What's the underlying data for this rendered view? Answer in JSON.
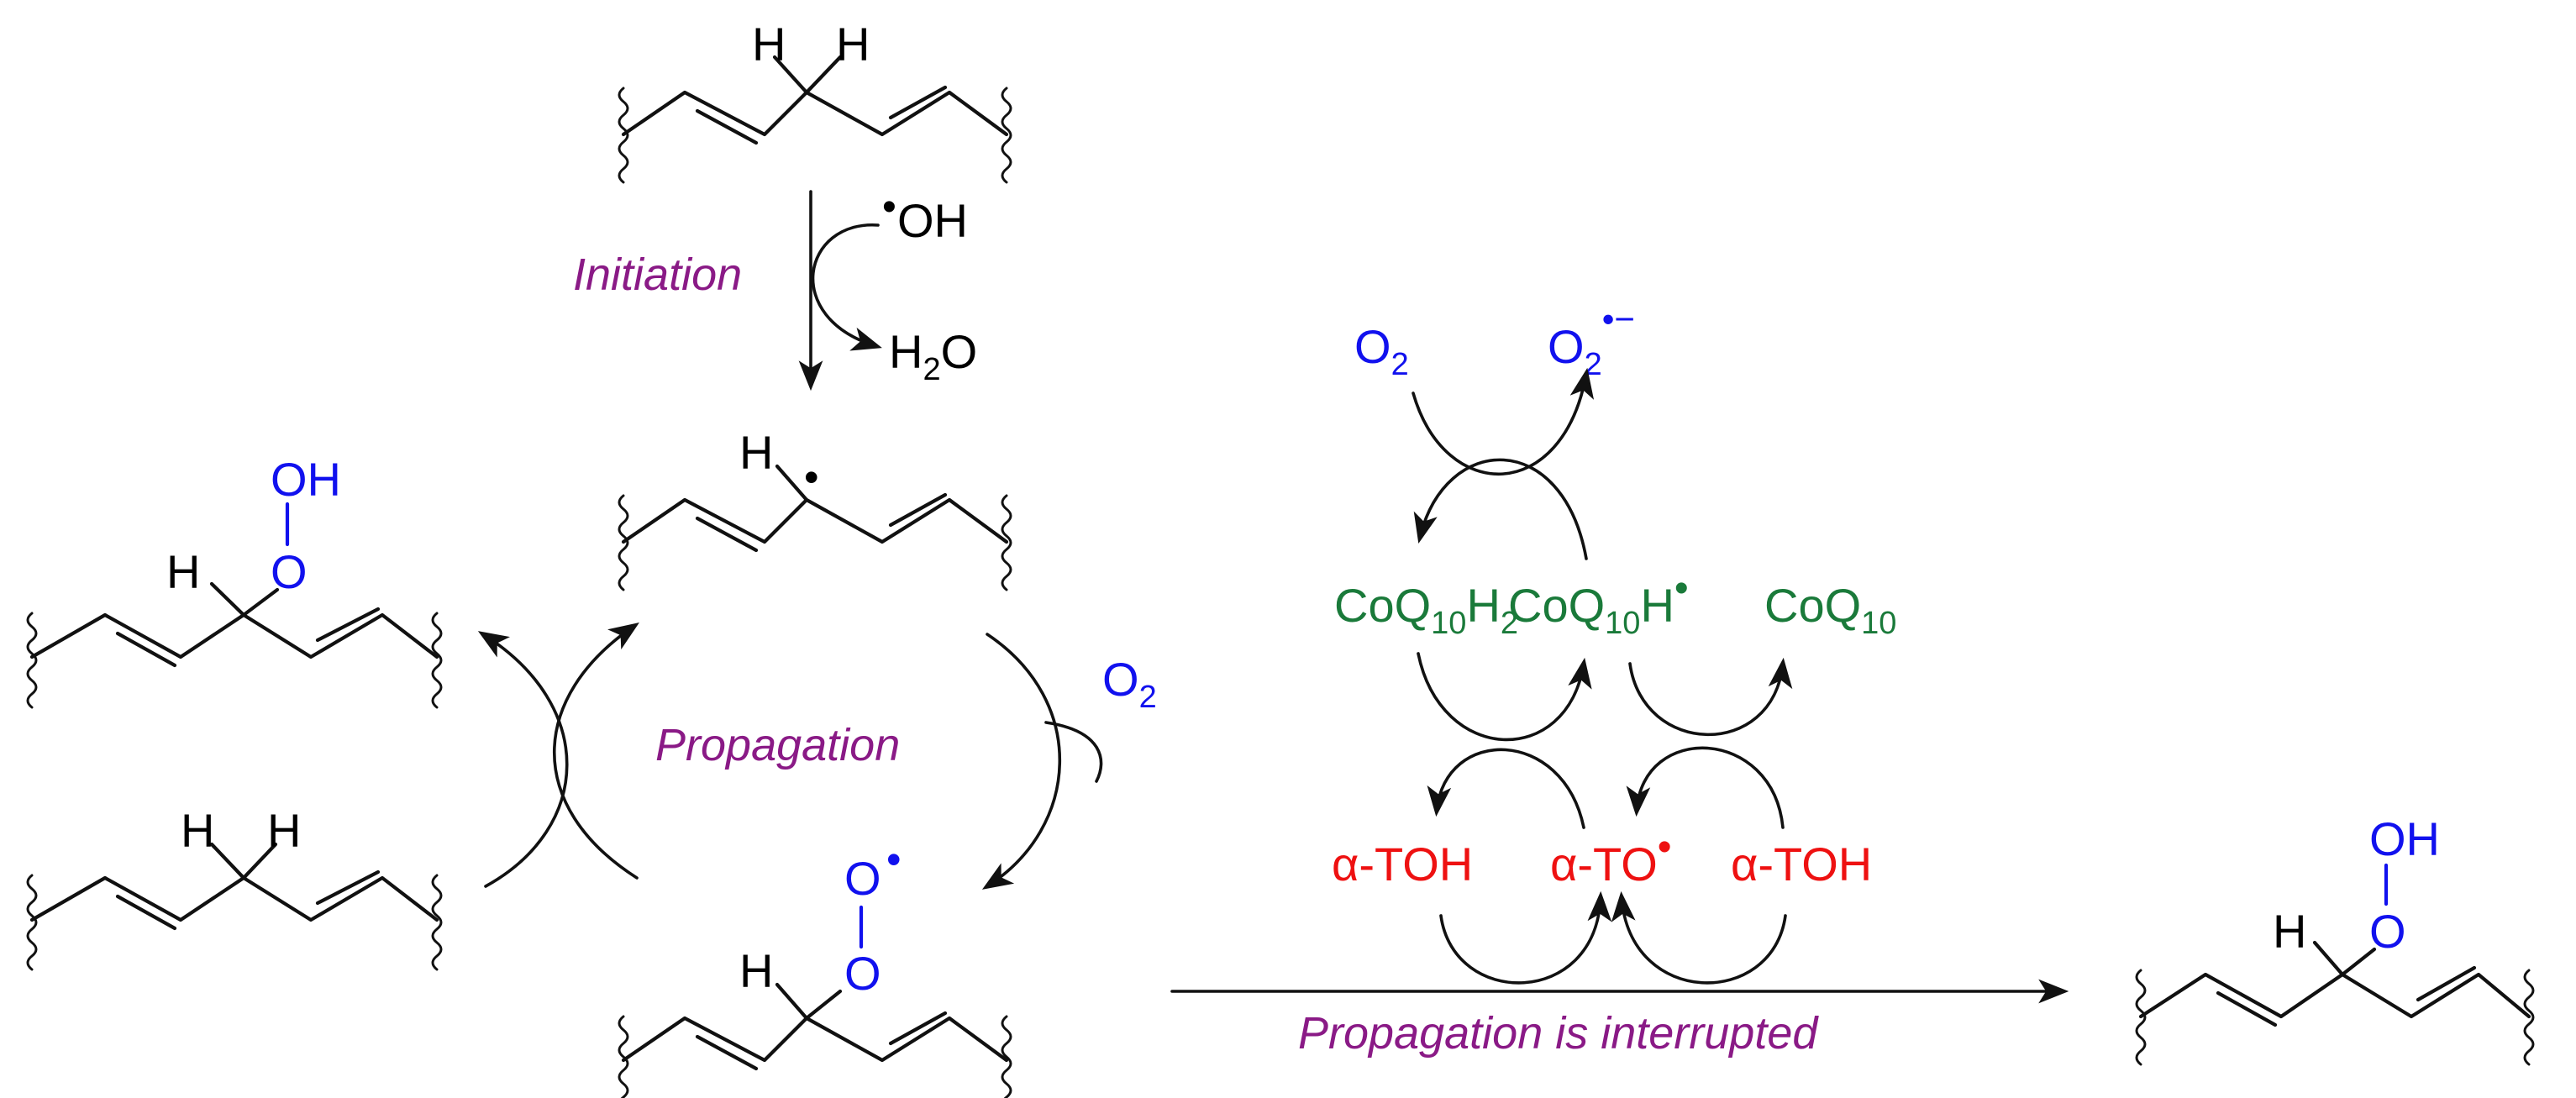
{
  "colors": {
    "black": "#111111",
    "blue": "#1111ee",
    "green": "#1a7a3a",
    "red": "#ee1111",
    "purple": "#8a1a86"
  },
  "labels": {
    "initiation": "Initiation",
    "propagation": "Propagation",
    "interrupted": "Propagation is interrupted"
  },
  "species": {
    "hydroxyl_radical": {
      "dot": "•",
      "formula": "OH"
    },
    "water": {
      "h": "H",
      "sub": "2",
      "o": "O"
    },
    "oxygen": {
      "o": "O",
      "sub": "2"
    },
    "superoxide": {
      "o": "O",
      "sub": "2",
      "charge": "•−"
    },
    "ubiquinol": {
      "base": "CoQ",
      "sub": "10",
      "h": "H",
      "hsub": "2"
    },
    "semiquinone": {
      "base": "CoQ",
      "sub": "10",
      "h": "H",
      "dot": "•"
    },
    "ubiquinone": {
      "base": "CoQ",
      "sub": "10"
    },
    "tocopherol": "α-TOH",
    "tocopheroxyl": {
      "text": "α-TO",
      "dot": "•"
    }
  },
  "atoms": {
    "H": "H",
    "O": "O",
    "OH": "OH",
    "radical_dot": "•"
  }
}
